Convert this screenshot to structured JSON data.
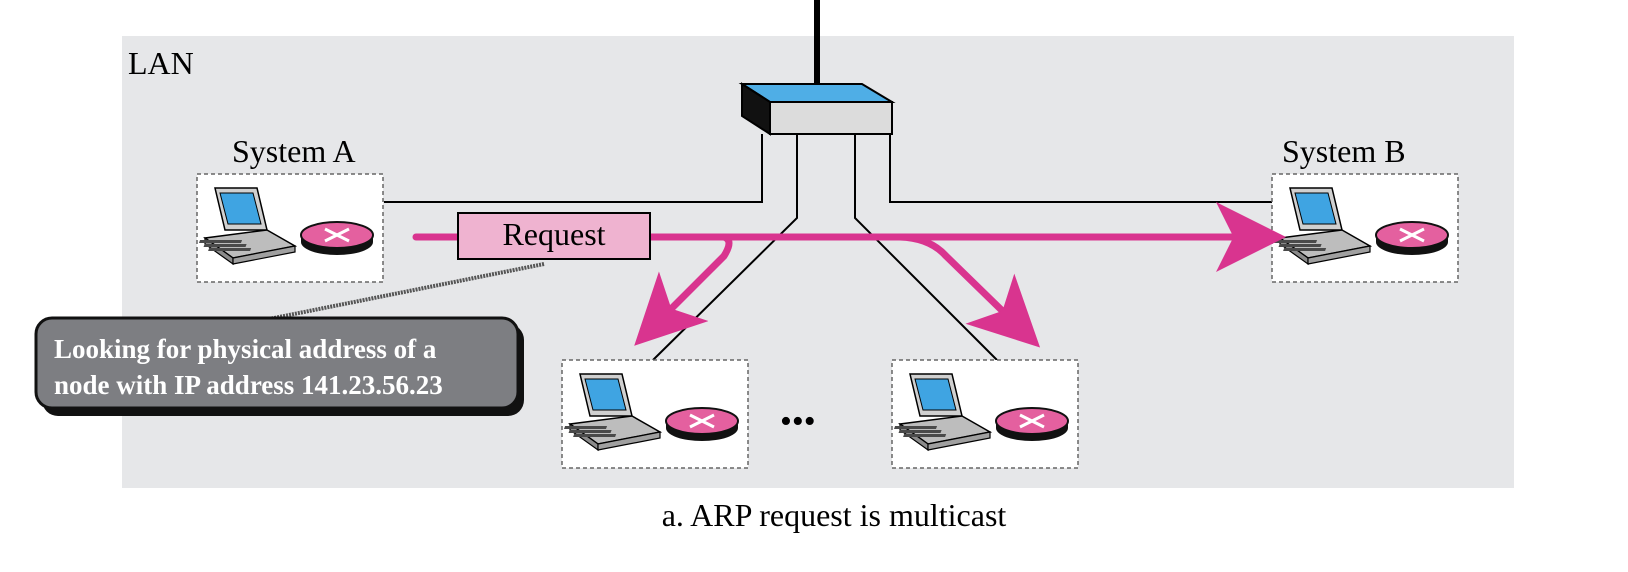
{
  "lan_label": "LAN",
  "system_a_label": "System A",
  "system_b_label": "System B",
  "packet_label": "Request",
  "callout": {
    "line1": "Looking for physical address of a",
    "line2": "node with IP address 141.23.56.23"
  },
  "ellipsis": "•••",
  "caption": "a. ARP request is multicast",
  "colors": {
    "lan_bg": "#e6e7e9",
    "arrow": "#d9348f",
    "packet_fill": "#efb3d0",
    "switch_top": "#4faee6",
    "switch_front": "#dcdcdc",
    "callout_fill": "#7d7e82",
    "router_fill": "#e4609f",
    "screen": "#3fa4e2"
  },
  "icons": [
    "laptop-icon",
    "router-icon",
    "switch-icon"
  ]
}
